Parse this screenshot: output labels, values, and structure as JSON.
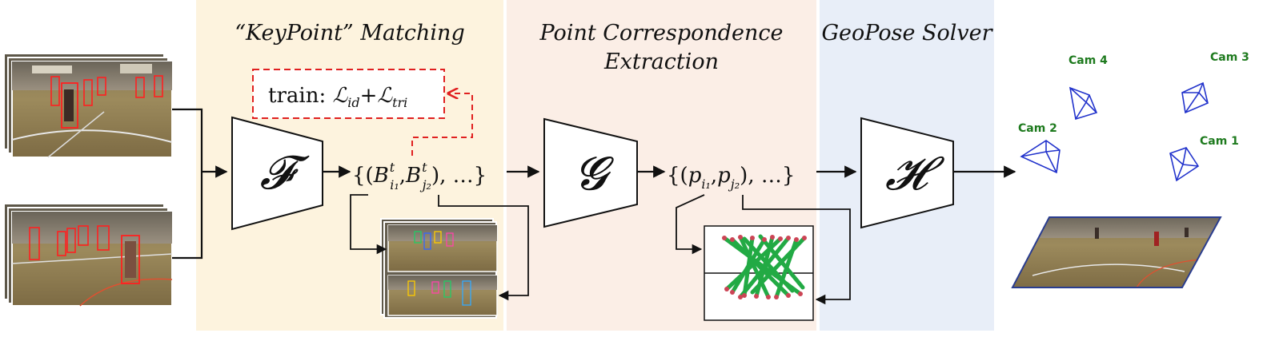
{
  "stages": {
    "keypoint_title": "“KeyPoint” Matching",
    "correspondence_title_line1": "Point Correspondence",
    "correspondence_title_line2": "Extraction",
    "geopose_title": "GeoPose Solver"
  },
  "networks": {
    "f": "𝓕",
    "g": "𝓖",
    "h": "𝓗"
  },
  "training": {
    "prefix": "train: ",
    "loss_id": "ℒ",
    "loss_id_sub": "id",
    "plus": "+",
    "loss_tri": "ℒ",
    "loss_tri_sub": "tri"
  },
  "tuples": {
    "box_pair": "{(Bt i1 , Bt j2 ), …}",
    "box_open": "{(",
    "box_b1": "B",
    "box_b1_sup": "t",
    "box_b1_sub": "i₁",
    "comma": ",",
    "box_b2": "B",
    "box_b2_sup": "t",
    "box_b2_sub": "j₂",
    "box_close": "), …}",
    "point_open": "{(",
    "point_p1": "p",
    "point_p1_sub": "i₁",
    "point_p2": "p",
    "point_p2_sub": "j₂",
    "point_close": "), …}"
  },
  "cameras": {
    "cam1": "Cam 1",
    "cam2": "Cam 2",
    "cam3": "Cam 3",
    "cam4": "Cam 4"
  },
  "colors": {
    "keypoint_bg": "#fdf3de",
    "correspondence_bg": "#fbeee6",
    "geopose_bg": "#e8eef8",
    "dashed_arrow": "#e02020",
    "camera_lines": "#2233cc",
    "camera_labels": "#1e7a1e",
    "match_lines": "#22aa44"
  }
}
